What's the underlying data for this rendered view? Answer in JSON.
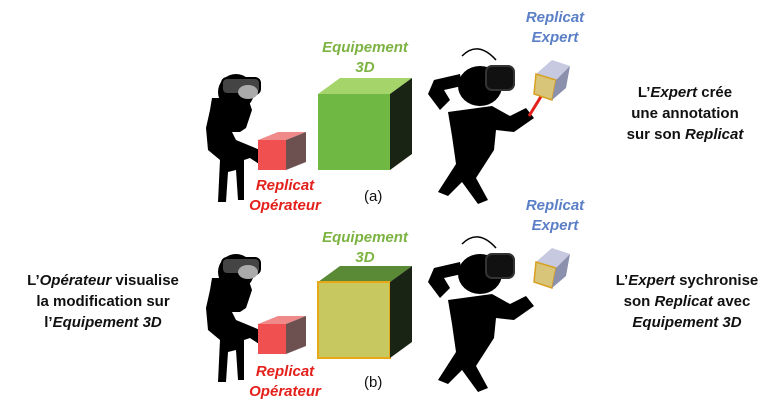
{
  "panel_a": {
    "equipment_label": [
      "Equipement",
      "3D"
    ],
    "operator_replica_label": [
      "Replicat",
      "Opérateur"
    ],
    "expert_replica_label": [
      "Replicat",
      "Expert"
    ],
    "caption": "(a)",
    "description": [
      "L’",
      "Expert",
      " crée",
      "une annotation",
      "sur son ",
      "Replicat"
    ]
  },
  "panel_b": {
    "equipment_label": [
      "Equipement",
      "3D"
    ],
    "operator_replica_label": [
      "Replicat",
      "Opérateur"
    ],
    "expert_replica_label": [
      "Replicat",
      "Expert"
    ],
    "caption": "(b)",
    "left_description": [
      "L’",
      "Opérateur",
      " visualise",
      "la modification sur",
      "l’",
      "Equipement 3D"
    ],
    "right_description": [
      "L’",
      "Expert",
      " sychronise",
      "son ",
      "Replicat",
      " avec",
      "Equipement 3D"
    ]
  },
  "colors": {
    "equipment_green": "#7cb342",
    "operator_red": "#e3201b",
    "expert_blue": "#5b7fc7",
    "annotation_yellow": "#c8c860"
  }
}
